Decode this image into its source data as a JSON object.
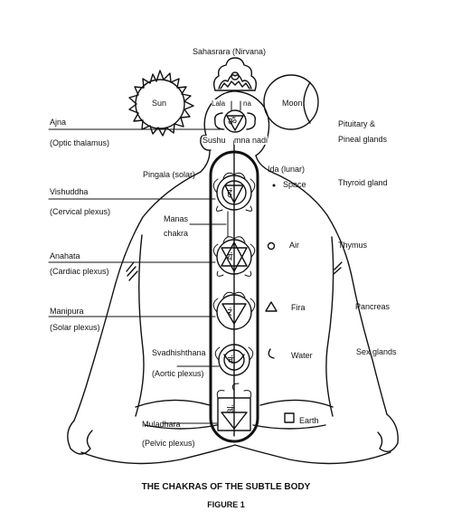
{
  "labels": {
    "sahasrara": "Sahasrara (Nirvana)",
    "sun": "Sun",
    "moon": "Moon",
    "lalana_a": "Lala",
    "lalana_b": "na",
    "sushumna_a": "Sushu",
    "sushumna_b": "mna nadi",
    "ajna": "Ajna",
    "optic_thalamus": "(Optic thalamus)",
    "pituitary": "Pituitary &",
    "pineal": "Pineal glands",
    "pingala": "Pingala (solar)",
    "ida": "Ida (lunar)",
    "space": "Space",
    "thyroid": "Thyroid gland",
    "vishuddha": "Vishuddha",
    "cervical": "(Cervical plexus)",
    "manas1": "Manas",
    "manas2": "chakra",
    "anahata": "Anahata",
    "cardiac": "(Cardiac plexus)",
    "air": "Air",
    "thymus": "Thymus",
    "manipura": "Manipura",
    "solar_plexus": "(Solar plexus)",
    "fire": "Fira",
    "pancreas": "Pancreas",
    "svadhishthana": "Svadhishthana",
    "aortic": "(Aortic plexus)",
    "water": "Water",
    "sex_glands": "Sex glands",
    "muladhara": "Muladhara",
    "pelvic": "(Pelvic plexus)",
    "earth": "Earth"
  },
  "syllables": {
    "ajna": "ॐ",
    "vishuddha": "हं",
    "anahata": "यं",
    "manipura": "रं",
    "svadhishthana": "वं",
    "muladhara": "लं"
  },
  "caption": {
    "title": "THE CHAKRAS OF THE SUBTLE BODY",
    "figure": "FIGURE 1"
  }
}
